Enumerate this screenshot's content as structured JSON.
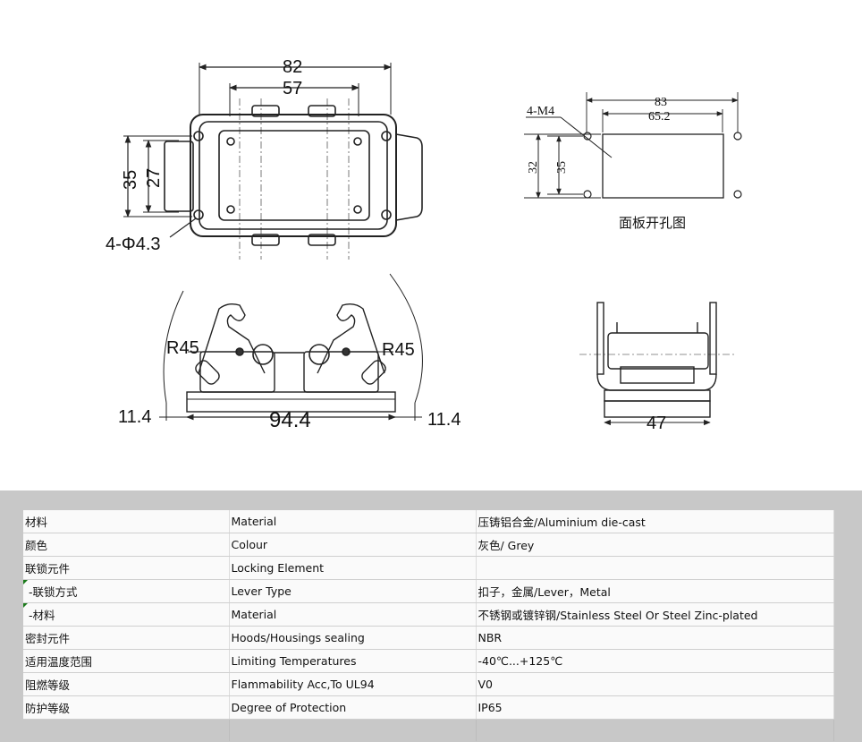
{
  "drawing": {
    "top_view": {
      "dim_outer_width": "82",
      "dim_inner_width": "57",
      "dim_outer_height": "35",
      "dim_inner_height": "27",
      "dim_holes": "4-Φ4.3"
    },
    "panel_cutout": {
      "dim_hole_pitch": "83",
      "dim_cutout_width": "65.2",
      "dim_screws": "4-M4",
      "dim_cutout_height": "32",
      "dim_hole_pitch_v": "35",
      "caption": "面板开孔图"
    },
    "front_view": {
      "radius_left": "R45",
      "radius_right": "R45",
      "dim_left": "11.4",
      "dim_base": "94.4",
      "dim_right": "11.4"
    },
    "side_view": {
      "dim_width": "47"
    }
  },
  "specs": {
    "rows": [
      {
        "cn": "材料",
        "en": "Material",
        "value": "压铸铝合金/Aluminium die-cast"
      },
      {
        "cn": "颜色",
        "en": "Colour",
        "value": "灰色/ Grey"
      },
      {
        "cn": "联锁元件",
        "en": "Locking Element",
        "value": ""
      },
      {
        "cn": " -联锁方式",
        "en": "Lever Type",
        "value": "扣子，金属/Lever，Metal"
      },
      {
        "cn": " -材料",
        "en": "Material",
        "value": "不锈钢或镀锌钢/Stainless Steel Or Steel Zinc-plated"
      },
      {
        "cn": "密封元件",
        "en": "Hoods/Housings sealing",
        "value": "NBR"
      },
      {
        "cn": "适用温度范围",
        "en": "Limiting Temperatures",
        "value": "-40℃...+125℃"
      },
      {
        "cn": "阻燃等级",
        "en": "Flammability Acc,To UL94",
        "value": "V0"
      },
      {
        "cn": "防护等级",
        "en": "Degree of Protection",
        "value": "IP65"
      }
    ]
  }
}
